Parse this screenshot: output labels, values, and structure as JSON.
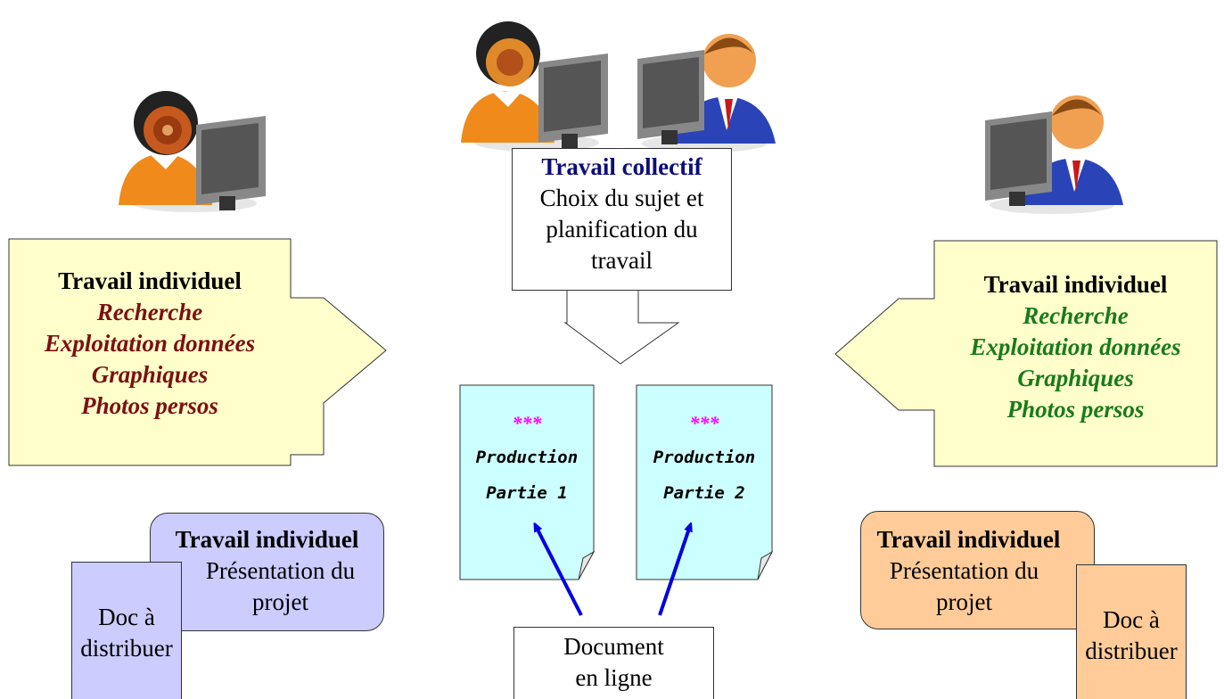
{
  "left_panel": {
    "title": "Travail individuel",
    "items": [
      "Recherche",
      "Exploitation données",
      "Graphiques",
      "Photos persos"
    ],
    "colors": {
      "fill": "#ffffcc",
      "items": "#7b1010"
    }
  },
  "right_panel": {
    "title": "Travail individuel",
    "items": [
      "Recherche",
      "Exploitation données",
      "Graphiques",
      "Photos persos"
    ],
    "colors": {
      "fill": "#ffffcc",
      "items": "#1a7a1a"
    }
  },
  "center_box": {
    "title": "Travail collectif",
    "lines": [
      "Choix du sujet et",
      "planification du",
      "travail"
    ],
    "colors": {
      "title": "#0d0d7a"
    }
  },
  "productions": [
    {
      "stars": "***",
      "line1": "Production",
      "line2": "Partie 1"
    },
    {
      "stars": "***",
      "line1": "Production",
      "line2": "Partie 2"
    }
  ],
  "online_doc": {
    "line1": "Document",
    "line2": "en ligne"
  },
  "left_presentation": {
    "title": "Travail individuel",
    "line1": "Présentation du",
    "line2": "projet",
    "doc_line1": "Doc à",
    "doc_line2": "distribuer",
    "colors": {
      "fill": "#ccccff"
    }
  },
  "right_presentation": {
    "title": "Travail individuel",
    "line1": "Présentation du",
    "line2": "projet",
    "doc_line1": "Doc à",
    "doc_line2": "distribuer",
    "colors": {
      "fill": "#ffcc99"
    }
  },
  "icons": [
    "woman-at-computer-icon",
    "man-at-computer-icon"
  ],
  "colors": {
    "stars": "#ff00ff",
    "arrows": "#0000dd",
    "page": "#ccffff"
  }
}
